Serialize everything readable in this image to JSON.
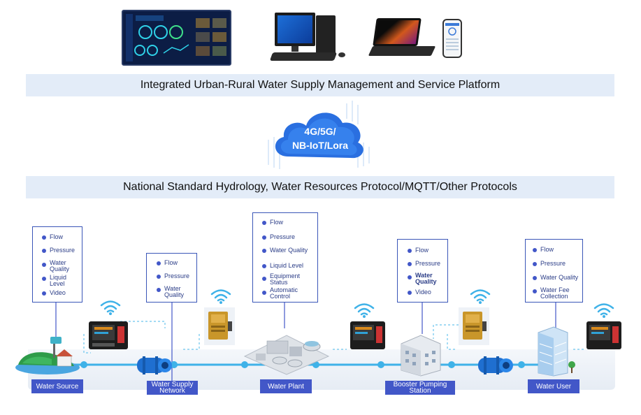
{
  "platform": {
    "title": "Integrated Urban-Rural Water Supply Management and Service Platform"
  },
  "network": {
    "line1": "4G/5G/",
    "line2": "NB-IoT/Lora"
  },
  "protocols": {
    "title": "National Standard Hydrology, Water Resources Protocol/MQTT/Other Protocols"
  },
  "cards": {
    "source": [
      "Flow",
      "Pressure",
      "Water Quality",
      "Liquid Level",
      "Video"
    ],
    "supply": [
      "Flow",
      "Pressure",
      "Water Quality"
    ],
    "plant": [
      "Flow",
      "Pressure",
      "Water Quality",
      "Liquid Level",
      "Equipment Status",
      "Automatic Control"
    ],
    "booster": [
      "Flow",
      "Pressure",
      "Water Quality",
      "Video"
    ],
    "user": [
      "Flow",
      "Pressure",
      "Water Quality",
      "Water Fee Collection"
    ]
  },
  "nodes": {
    "source": "Water Source",
    "supply": "Water Supply Network",
    "plant": "Water Plant",
    "booster": "Booster Pumping Station",
    "user": "Water User"
  },
  "colors": {
    "accent": "#4257c8",
    "band": "#e3ecf8",
    "pipe": "#3fb2e8"
  },
  "icons": [
    "dashboard-screen-icon",
    "desktop-computer-icon",
    "laptop-icon",
    "smartphone-icon",
    "cloud-icon",
    "wifi-icon",
    "rtu-terminal-icon",
    "pump-icon",
    "plant-icon",
    "building-icon"
  ]
}
